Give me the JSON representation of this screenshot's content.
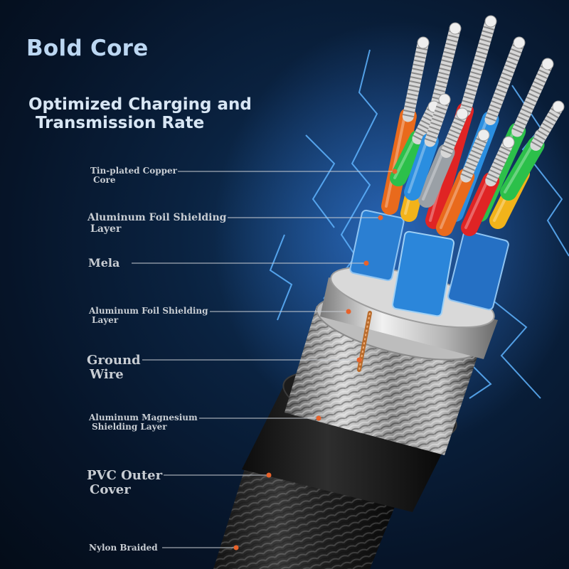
{
  "title": "Bold Core",
  "subtitle": {
    "line1": "Optimized Charging and",
    "line2": "Transmission Rate"
  },
  "layers": [
    {
      "line1": "Tin-plated Copper",
      "line2": "Core"
    },
    {
      "line1": "Aluminum Foil Shielding",
      "line2": "Layer"
    },
    {
      "line1": "Mela",
      "line2": ""
    },
    {
      "line1": "Aluminum Foil Shielding",
      "line2": "Layer"
    },
    {
      "line1": "Ground",
      "line2": "Wire"
    },
    {
      "line1": "Aluminum Magnesium",
      "line2": "Shielding Layer"
    },
    {
      "line1": "PVC Outer",
      "line2": "Cover"
    },
    {
      "line1": "Nylon Braided",
      "line2": ""
    }
  ],
  "colors": {
    "accent_dot": "#e8622a",
    "leader_line": "#c8ccd2",
    "title_text": "#bcd7f2",
    "wire_colors": [
      "#e96a1c",
      "#f2b31a",
      "#2a8ee0",
      "#2cc04a",
      "#e02424",
      "#9aa0a6"
    ]
  }
}
